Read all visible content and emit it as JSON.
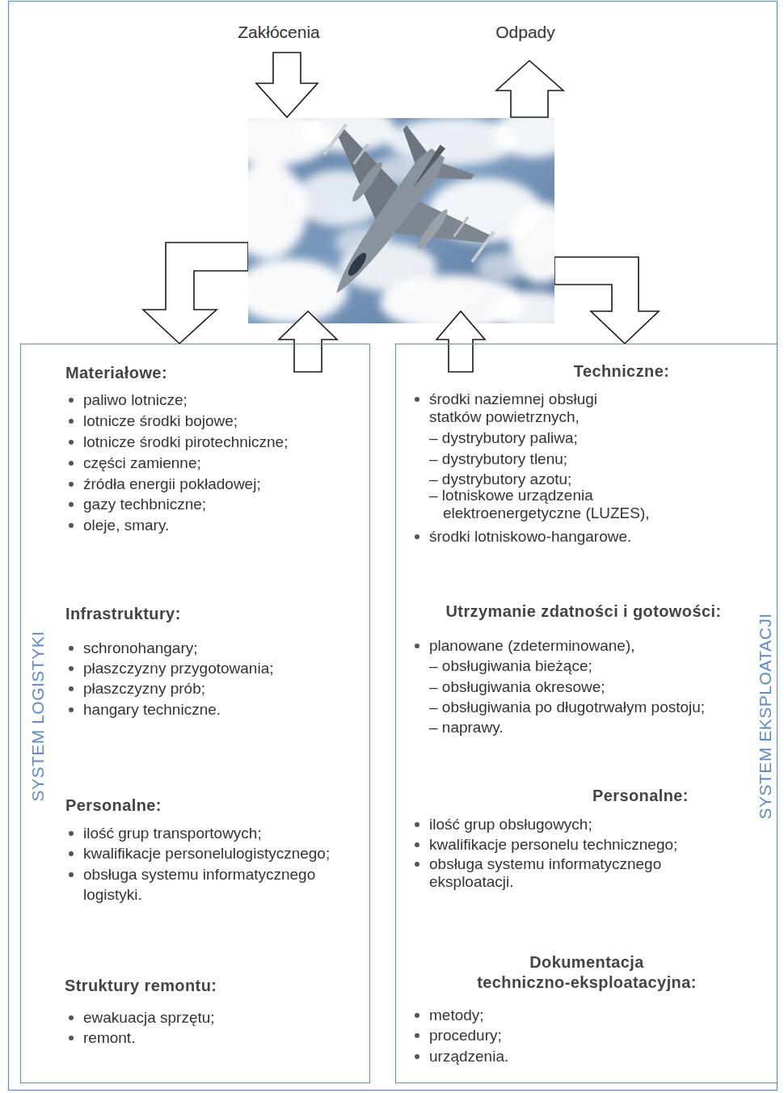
{
  "diagram": {
    "nodes": [
      {
        "text": [
          "Materiałowe:",
          "paliwo lotnicze;",
          "lotnicze środki bojowe;",
          "lotnicze środki pirotechniczne;",
          "części zamienne;",
          "źródła energii pokładowej;",
          "gazy techbniczne;",
          "oleje, smary.",
          "Infrastruktury:",
          "schronohangary;",
          "płaszczyzny przygotowania;",
          "płaszczyzny prób;",
          "hangary techniczne.",
          "Personalne:",
          "ilość grup transportowych;",
          "kwalifikacje personelulogistycznego;",
          "obsługa systemu informatycznego logistyki.",
          "Struktury remontu:",
          "ewakuacja sprzętu;",
          "remont.",
          "SYSTEM LOGISTYKI"
        ]
      },
      {
        "text": [
          "Techniczne:",
          "środki naziemnej obsługi statków powietrznych,",
          "– dystrybutory paliwa;",
          "– dystrybutory tlenu;",
          "– dystrybutory azotu;",
          "– lotniskowe urządzenia elektroenergetyczne (LUZES),",
          "środki lotniskowo-hangarowe.",
          "Utrzymanie zdatności i gotowości:",
          "planowane (zdeterminowane),",
          "– obsługiwania bieżące;",
          "– obsługiwania okresowe;",
          "– obsługiwania po długotrwałym postoju;",
          "– naprawy.",
          "Personalne:",
          "ilość grup obsługowych;",
          "kwalifikacje personelu technicznego;",
          "obsługa systemu informatycznego eksploatacji.",
          "Dokumentacja techniczno-eksploatacyjna:",
          "metody;",
          "procedury;",
          "urządzenia.",
          "SYSTEM EKSPLOATACJI"
        ]
      }
    ],
    "labels": [
      "Zakłócenia",
      "Odpady"
    ]
  }
}
